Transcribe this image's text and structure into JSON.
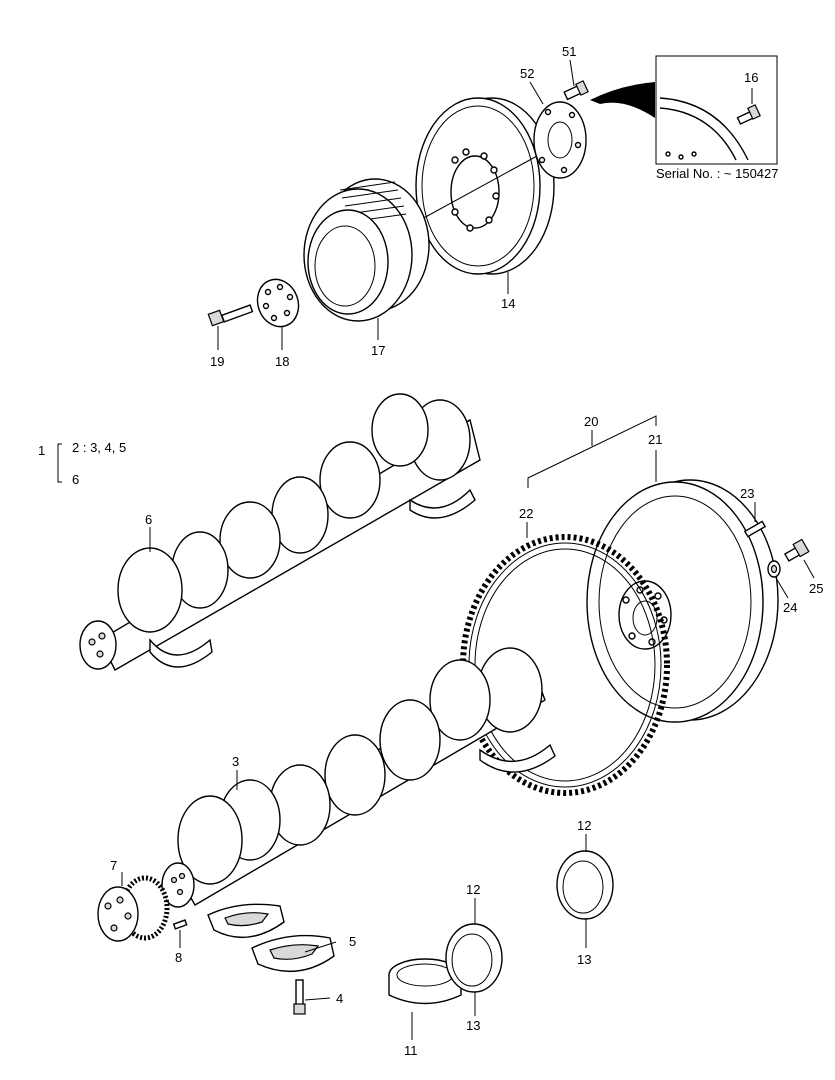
{
  "diagram": {
    "callouts": {
      "c1": "1",
      "c2_group": "2 : 3, 4, 5",
      "c6_group": "6",
      "c3": "3",
      "c4": "4",
      "c5": "5",
      "c6": "6",
      "c7": "7",
      "c8": "8",
      "c11": "11",
      "c12a": "12",
      "c12b": "12",
      "c13a": "13",
      "c13b": "13",
      "c14": "14",
      "c16": "16",
      "c17": "17",
      "c18": "18",
      "c19": "19",
      "c20": "20",
      "c21": "21",
      "c22": "22",
      "c23": "23",
      "c24": "24",
      "c25": "25",
      "c51": "51",
      "c52": "52"
    },
    "inset_caption": "Serial No. : ~ 150427"
  }
}
